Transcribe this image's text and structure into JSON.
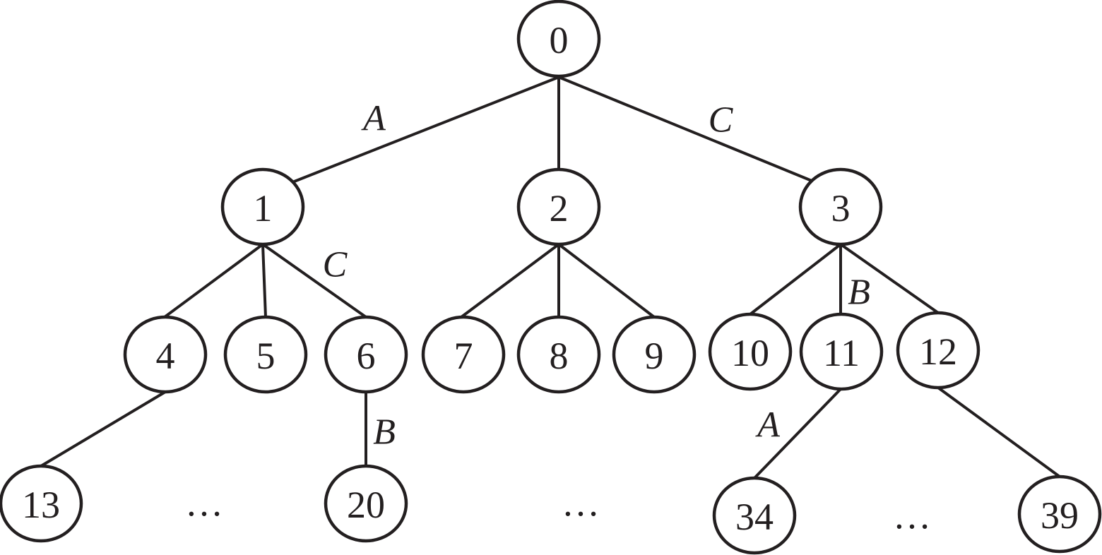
{
  "tree": {
    "nodes": [
      {
        "id": "n0",
        "label": "0"
      },
      {
        "id": "n1",
        "label": "1"
      },
      {
        "id": "n2",
        "label": "2"
      },
      {
        "id": "n3",
        "label": "3"
      },
      {
        "id": "n4",
        "label": "4"
      },
      {
        "id": "n5",
        "label": "5"
      },
      {
        "id": "n6",
        "label": "6"
      },
      {
        "id": "n7",
        "label": "7"
      },
      {
        "id": "n8",
        "label": "8"
      },
      {
        "id": "n9",
        "label": "9"
      },
      {
        "id": "n10",
        "label": "10"
      },
      {
        "id": "n11",
        "label": "11"
      },
      {
        "id": "n12",
        "label": "12"
      },
      {
        "id": "n13",
        "label": "13"
      },
      {
        "id": "n20",
        "label": "20"
      },
      {
        "id": "n34",
        "label": "34"
      },
      {
        "id": "n39",
        "label": "39"
      }
    ],
    "edges": [
      {
        "from": "n0",
        "to": "n1",
        "label": "A"
      },
      {
        "from": "n0",
        "to": "n2",
        "label": ""
      },
      {
        "from": "n0",
        "to": "n3",
        "label": "C"
      },
      {
        "from": "n1",
        "to": "n4",
        "label": ""
      },
      {
        "from": "n1",
        "to": "n5",
        "label": ""
      },
      {
        "from": "n1",
        "to": "n6",
        "label": "C"
      },
      {
        "from": "n2",
        "to": "n7",
        "label": ""
      },
      {
        "from": "n2",
        "to": "n8",
        "label": ""
      },
      {
        "from": "n2",
        "to": "n9",
        "label": ""
      },
      {
        "from": "n3",
        "to": "n10",
        "label": ""
      },
      {
        "from": "n3",
        "to": "n11",
        "label": "B"
      },
      {
        "from": "n3",
        "to": "n12",
        "label": ""
      },
      {
        "from": "n4",
        "to": "n13",
        "label": ""
      },
      {
        "from": "n6",
        "to": "n20",
        "label": "B"
      },
      {
        "from": "n11",
        "to": "n34",
        "label": "A"
      },
      {
        "from": "n12",
        "to": "n39",
        "label": ""
      }
    ],
    "ellipses": [
      "…",
      "…",
      "…"
    ]
  }
}
